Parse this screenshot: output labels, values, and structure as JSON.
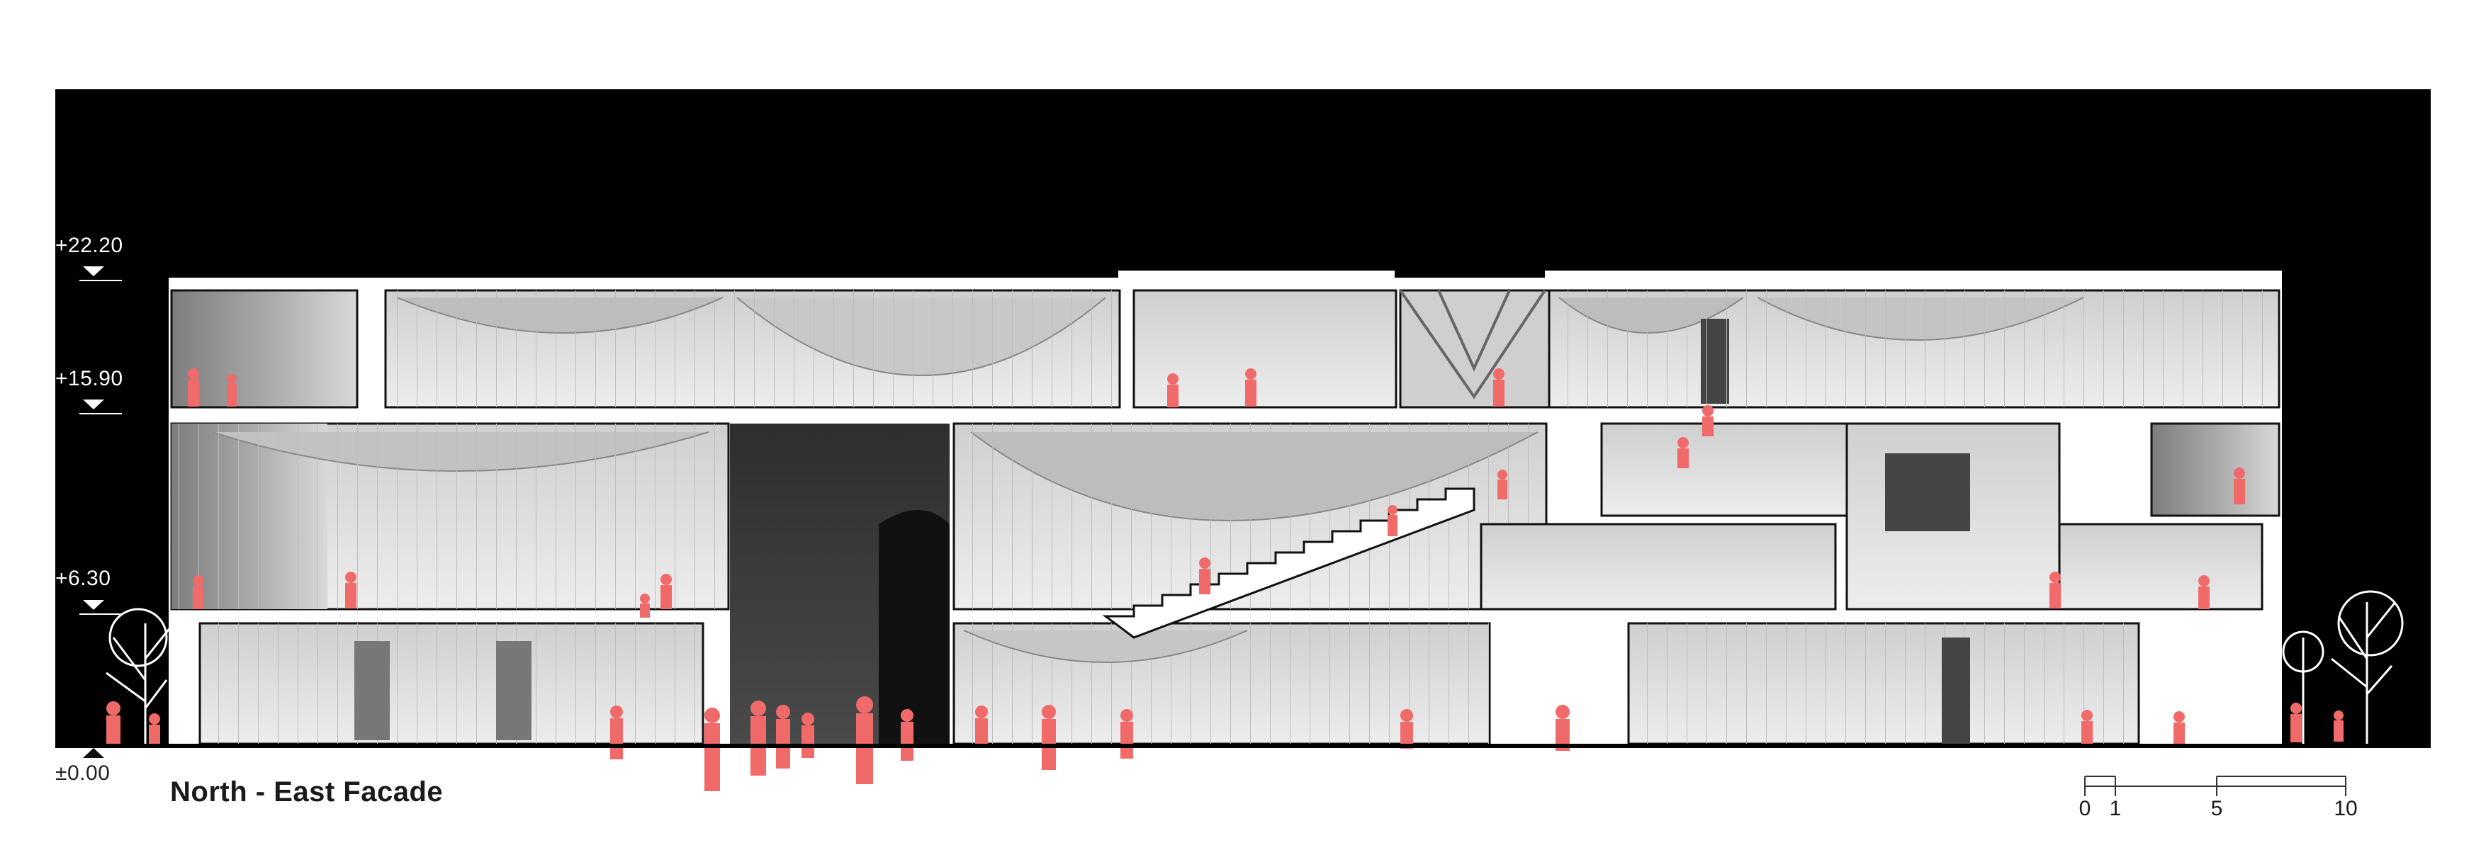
{
  "drawing": {
    "title": "North - East Facade",
    "levels": [
      {
        "id": "roof",
        "label": "+22.20"
      },
      {
        "id": "upper",
        "label": "+15.90"
      },
      {
        "id": "first",
        "label": "+6.30"
      },
      {
        "id": "ground",
        "label": "±0.00"
      }
    ],
    "scale_bar": {
      "ticks": [
        "0",
        "1",
        "5",
        "10"
      ]
    },
    "colors": {
      "sky": "#000000",
      "slab": "#ffffff",
      "interior": "#d9d9d9",
      "interior_dark": "#9a9a9a",
      "atrium": "#3a3a3a",
      "people": "#f06a6a"
    }
  }
}
